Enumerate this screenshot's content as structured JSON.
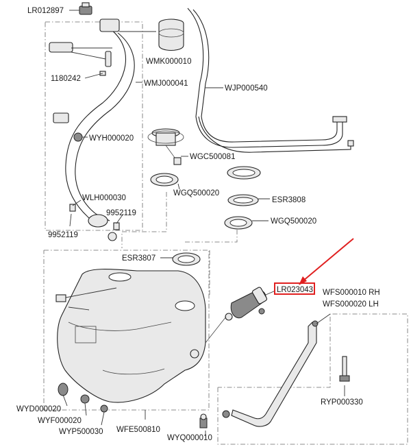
{
  "labels": {
    "lr012897": "LR012897",
    "n1180242": "1180242",
    "wmk000010": "WMK000010",
    "wmj000041": "WMJ000041",
    "wjp000540": "WJP000540",
    "wyh000020": "WYH000020",
    "wgc500081": "WGC500081",
    "wgq500020_upper": "WGQ500020",
    "esr3808": "ESR3808",
    "wgq500020_lower": "WGQ500020",
    "wlh000030": "WLH000030",
    "n9952119_right": "9952119",
    "n9952119_left": "9952119",
    "esr3807": "ESR3807",
    "lr023043": "LR023043",
    "wfs000010": "WFS000010 RH",
    "wfs000020": "WFS000020 LH",
    "ryp000330": "RYP000330",
    "wyd000020": "WYD000020",
    "wyf000020": "WYF000020",
    "wyp500030": "WYP500030",
    "wfe500810": "WFE500810",
    "wyq000010": "WYQ000010"
  },
  "colors": {
    "highlight": "#e02020",
    "line": "#333333",
    "part_fill": "#e9e9e9"
  }
}
